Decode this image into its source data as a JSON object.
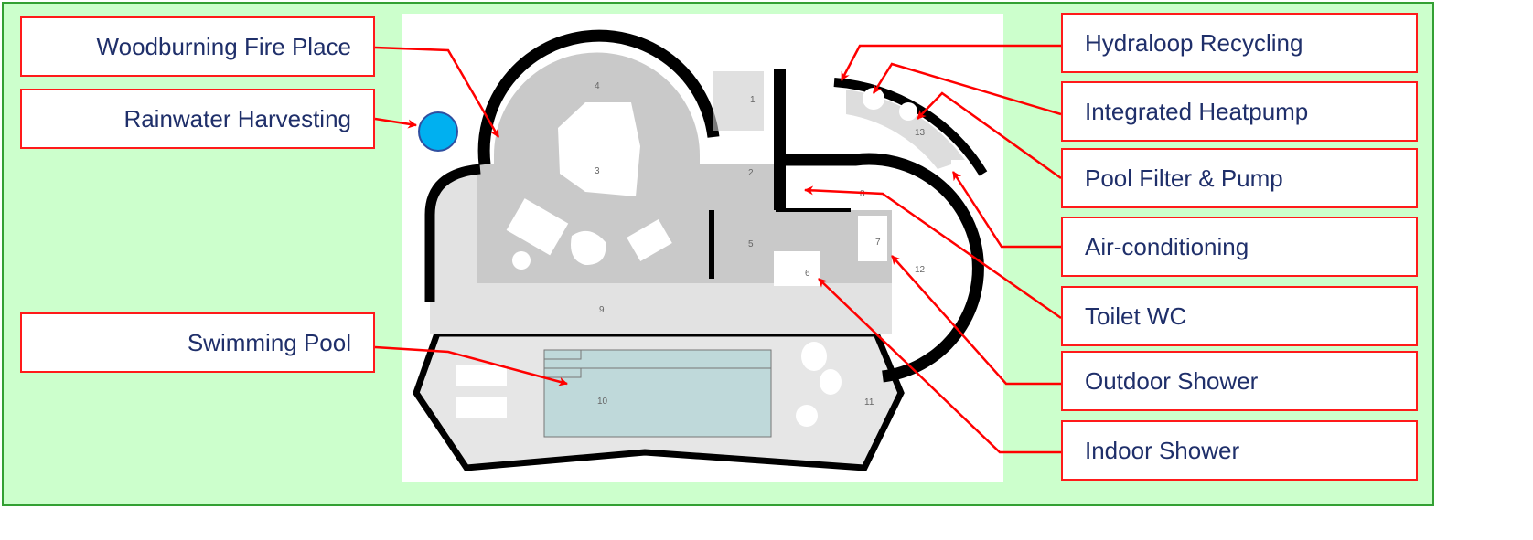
{
  "labels_left": [
    {
      "text": "Woodburning Fire Place"
    },
    {
      "text": "Rainwater Harvesting"
    },
    {
      "text": "Swimming Pool"
    }
  ],
  "labels_right": [
    {
      "text": "Hydraloop Recycling"
    },
    {
      "text": "Integrated Heatpump"
    },
    {
      "text": "Pool Filter & Pump"
    },
    {
      "text": "Air-conditioning"
    },
    {
      "text": "Toilet WC"
    },
    {
      "text": "Outdoor Shower"
    },
    {
      "text": "Indoor Shower"
    }
  ],
  "rooms": [
    "1",
    "2",
    "3",
    "4",
    "5",
    "6",
    "7",
    "8",
    "9",
    "10",
    "11",
    "12",
    "13"
  ],
  "colors": {
    "background": "#ccffcc",
    "arrow": "#ff0000",
    "label_text": "#1f2f6a",
    "pool": "#bfd9da",
    "tank": "#00b0f0"
  }
}
